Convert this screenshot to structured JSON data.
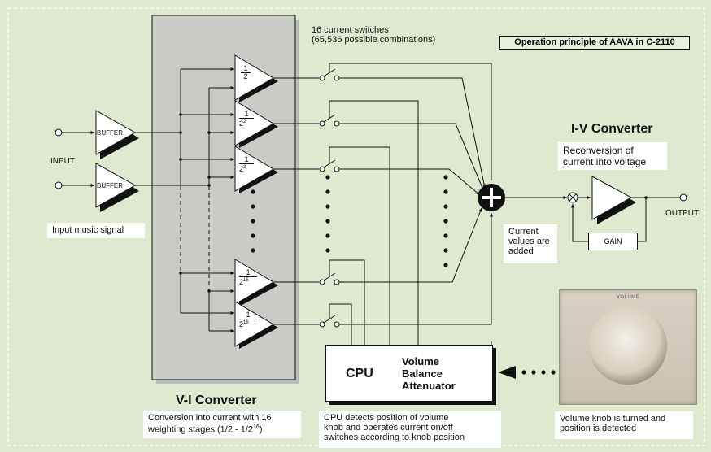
{
  "diagram": {
    "title": "Operation principle of AAVA in C-2110",
    "switch_count_label_line1": "16 current switches",
    "switch_count_label_line2": "(65,536 possible combinations)",
    "input_label": "INPUT",
    "buffer_label": "BUFFER",
    "input_music_label": "Input music signal",
    "amp_labels": {
      "first": {
        "num": "1",
        "den": "2",
        "sup": ""
      },
      "second": {
        "num": "1",
        "den": "2",
        "sup": "2"
      },
      "third": {
        "num": "1",
        "den": "2",
        "sup": "3"
      },
      "fifteenth": {
        "num": "1",
        "den": "2",
        "sup": "15"
      },
      "sixteenth": {
        "num": "1",
        "den": "2",
        "sup": "16"
      }
    },
    "iv_converter_title": "I-V Converter",
    "reconversion_line1": "Reconversion of",
    "reconversion_line2": "current into voltage",
    "output_label": "OUTPUT",
    "gain_label": "GAIN",
    "current_added_line1": "Current",
    "current_added_line2": "values are",
    "current_added_line3": "added",
    "vi_converter_title": "V-I Converter",
    "vi_desc_line1": "Conversion into current with 16",
    "vi_desc_line2_pre": "weighting stages (1/2 - 1/2",
    "vi_desc_line2_sup": "16",
    "vi_desc_line2_post": ")",
    "cpu_label": "CPU",
    "cpu_func_line1": "Volume",
    "cpu_func_line2": "Balance",
    "cpu_func_line3": "Attenuator",
    "cpu_desc_line1": "CPU detects position of volume",
    "cpu_desc_line2": "knob and operates current on/off",
    "cpu_desc_line3": "switches according to knob position",
    "knob_caption": "VOLUME",
    "knob_desc_line1": "Volume knob is turned and",
    "knob_desc_line2": "position is detected"
  },
  "colors": {
    "background": "#dfe9cf",
    "vi_panel": "#c4c7c2",
    "line": "#111111",
    "white": "#ffffff"
  }
}
